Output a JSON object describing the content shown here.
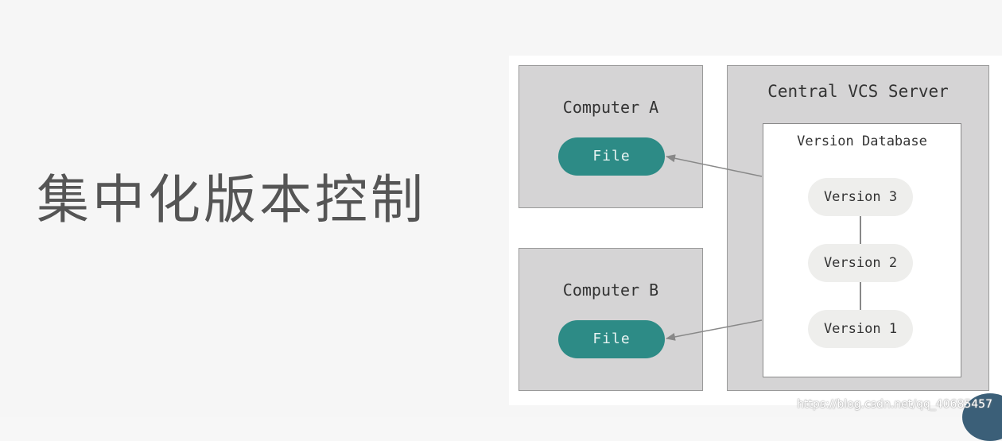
{
  "slide": {
    "title": "集中化版本控制"
  },
  "diagram": {
    "computer_a": {
      "label": "Computer A",
      "file_label": "File"
    },
    "computer_b": {
      "label": "Computer B",
      "file_label": "File"
    },
    "server": {
      "label": "Central VCS Server",
      "database": {
        "label": "Version Database",
        "versions": [
          "Version 3",
          "Version 2",
          "Version 1"
        ]
      }
    },
    "colors": {
      "box_fill": "#d5d4d5",
      "file_pill": "#2d8b86",
      "version_pill": "#eeeeec",
      "arrow": "#888888"
    }
  },
  "watermark": {
    "text": "https://blog.csdn.net/qq_40685457"
  }
}
